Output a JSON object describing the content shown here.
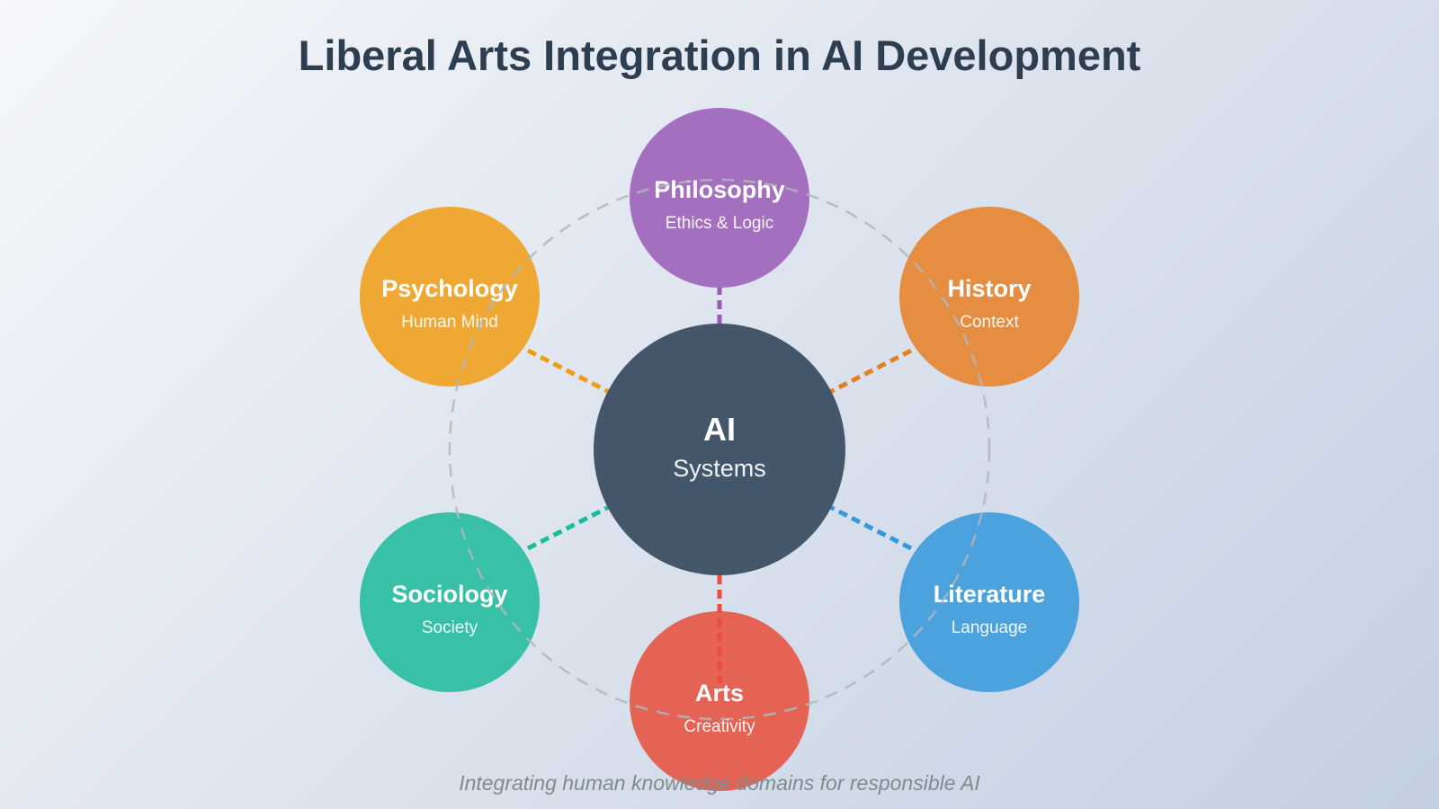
{
  "title": "Liberal Arts Integration in AI Development",
  "footer": "Integrating human knowledge domains for responsible AI",
  "center": {
    "title": "AI",
    "subtitle": "Systems",
    "color": "#445669"
  },
  "orbit_color": "#b7bcc2",
  "nodes": [
    {
      "id": "philosophy",
      "title": "Philosophy",
      "subtitle": "Ethics & Logic",
      "color": "#a56fc0",
      "line_color": "#9b59b6"
    },
    {
      "id": "history",
      "title": "History",
      "subtitle": "Context",
      "color": "#e58e41",
      "line_color": "#e67e22"
    },
    {
      "id": "literature",
      "title": "Literature",
      "subtitle": "Language",
      "color": "#4ba2dd",
      "line_color": "#3498db"
    },
    {
      "id": "arts",
      "title": "Arts",
      "subtitle": "Creativity",
      "color": "#e56355",
      "line_color": "#e74c3c"
    },
    {
      "id": "sociology",
      "title": "Sociology",
      "subtitle": "Society",
      "color": "#38c1a6",
      "line_color": "#1abc9c"
    },
    {
      "id": "psychology",
      "title": "Psychology",
      "subtitle": "Human Mind",
      "color": "#f0a835",
      "line_color": "#f39c12"
    }
  ]
}
